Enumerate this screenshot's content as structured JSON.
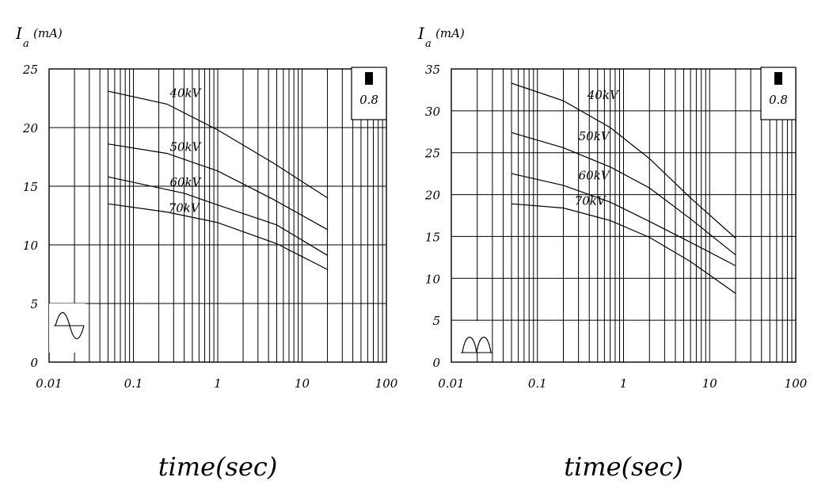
{
  "chart_data": [
    {
      "type": "line",
      "ylabel_main": "I",
      "ylabel_sub": "a",
      "ylabel_unit": "(mA)",
      "xlabel": "time(sec)",
      "x_scale": "log",
      "xlim": [
        0.01,
        100
      ],
      "ylim": [
        0,
        25
      ],
      "x_tick_labels": [
        "0.01",
        "0.1",
        "1",
        "10",
        "100"
      ],
      "y_tick_labels": [
        "0",
        "5",
        "10",
        "15",
        "20",
        "25"
      ],
      "grid": true,
      "box_value": "0.8",
      "waveform_icon": "sine-wave-icon",
      "series": [
        {
          "name": "40kV",
          "x": [
            0.05,
            0.25,
            1,
            4.5,
            20
          ],
          "y": [
            23.1,
            22.0,
            19.8,
            17.0,
            14.0
          ]
        },
        {
          "name": "50kV",
          "x": [
            0.05,
            0.25,
            1,
            4.5,
            20
          ],
          "y": [
            18.6,
            17.8,
            16.3,
            13.9,
            11.3
          ]
        },
        {
          "name": "60kV",
          "x": [
            0.05,
            0.4,
            1,
            5,
            20
          ],
          "y": [
            15.8,
            14.4,
            13.4,
            11.7,
            9.1
          ]
        },
        {
          "name": "70kV",
          "x": [
            0.05,
            0.25,
            1,
            5,
            20
          ],
          "y": [
            13.5,
            12.8,
            11.9,
            10.1,
            7.9
          ]
        }
      ]
    },
    {
      "type": "line",
      "ylabel_main": "I",
      "ylabel_sub": "a",
      "ylabel_unit": "(mA)",
      "xlabel": "time(sec)",
      "x_scale": "log",
      "xlim": [
        0.01,
        100
      ],
      "ylim": [
        0,
        35
      ],
      "x_tick_labels": [
        "0.01",
        "0.1",
        "1",
        "10",
        "100"
      ],
      "y_tick_labels": [
        "0",
        "5",
        "10",
        "15",
        "20",
        "25",
        "30",
        "35"
      ],
      "grid": true,
      "box_value": "0.8",
      "waveform_icon": "rectified-wave-icon",
      "series": [
        {
          "name": "40kV",
          "x": [
            0.05,
            0.2,
            0.7,
            2,
            6,
            20
          ],
          "y": [
            33.3,
            31.2,
            28.0,
            24.3,
            19.6,
            14.8
          ]
        },
        {
          "name": "50kV",
          "x": [
            0.05,
            0.2,
            0.7,
            2,
            6,
            20
          ],
          "y": [
            27.4,
            25.6,
            23.3,
            20.8,
            17.1,
            12.8
          ]
        },
        {
          "name": "60kV",
          "x": [
            0.05,
            0.2,
            0.7,
            2,
            6,
            20
          ],
          "y": [
            22.5,
            21.1,
            19.1,
            16.8,
            14.3,
            11.5
          ]
        },
        {
          "name": "70kV",
          "x": [
            0.05,
            0.2,
            0.7,
            2,
            6,
            20
          ],
          "y": [
            18.9,
            18.4,
            16.9,
            14.9,
            12.0,
            8.2
          ]
        }
      ]
    }
  ]
}
